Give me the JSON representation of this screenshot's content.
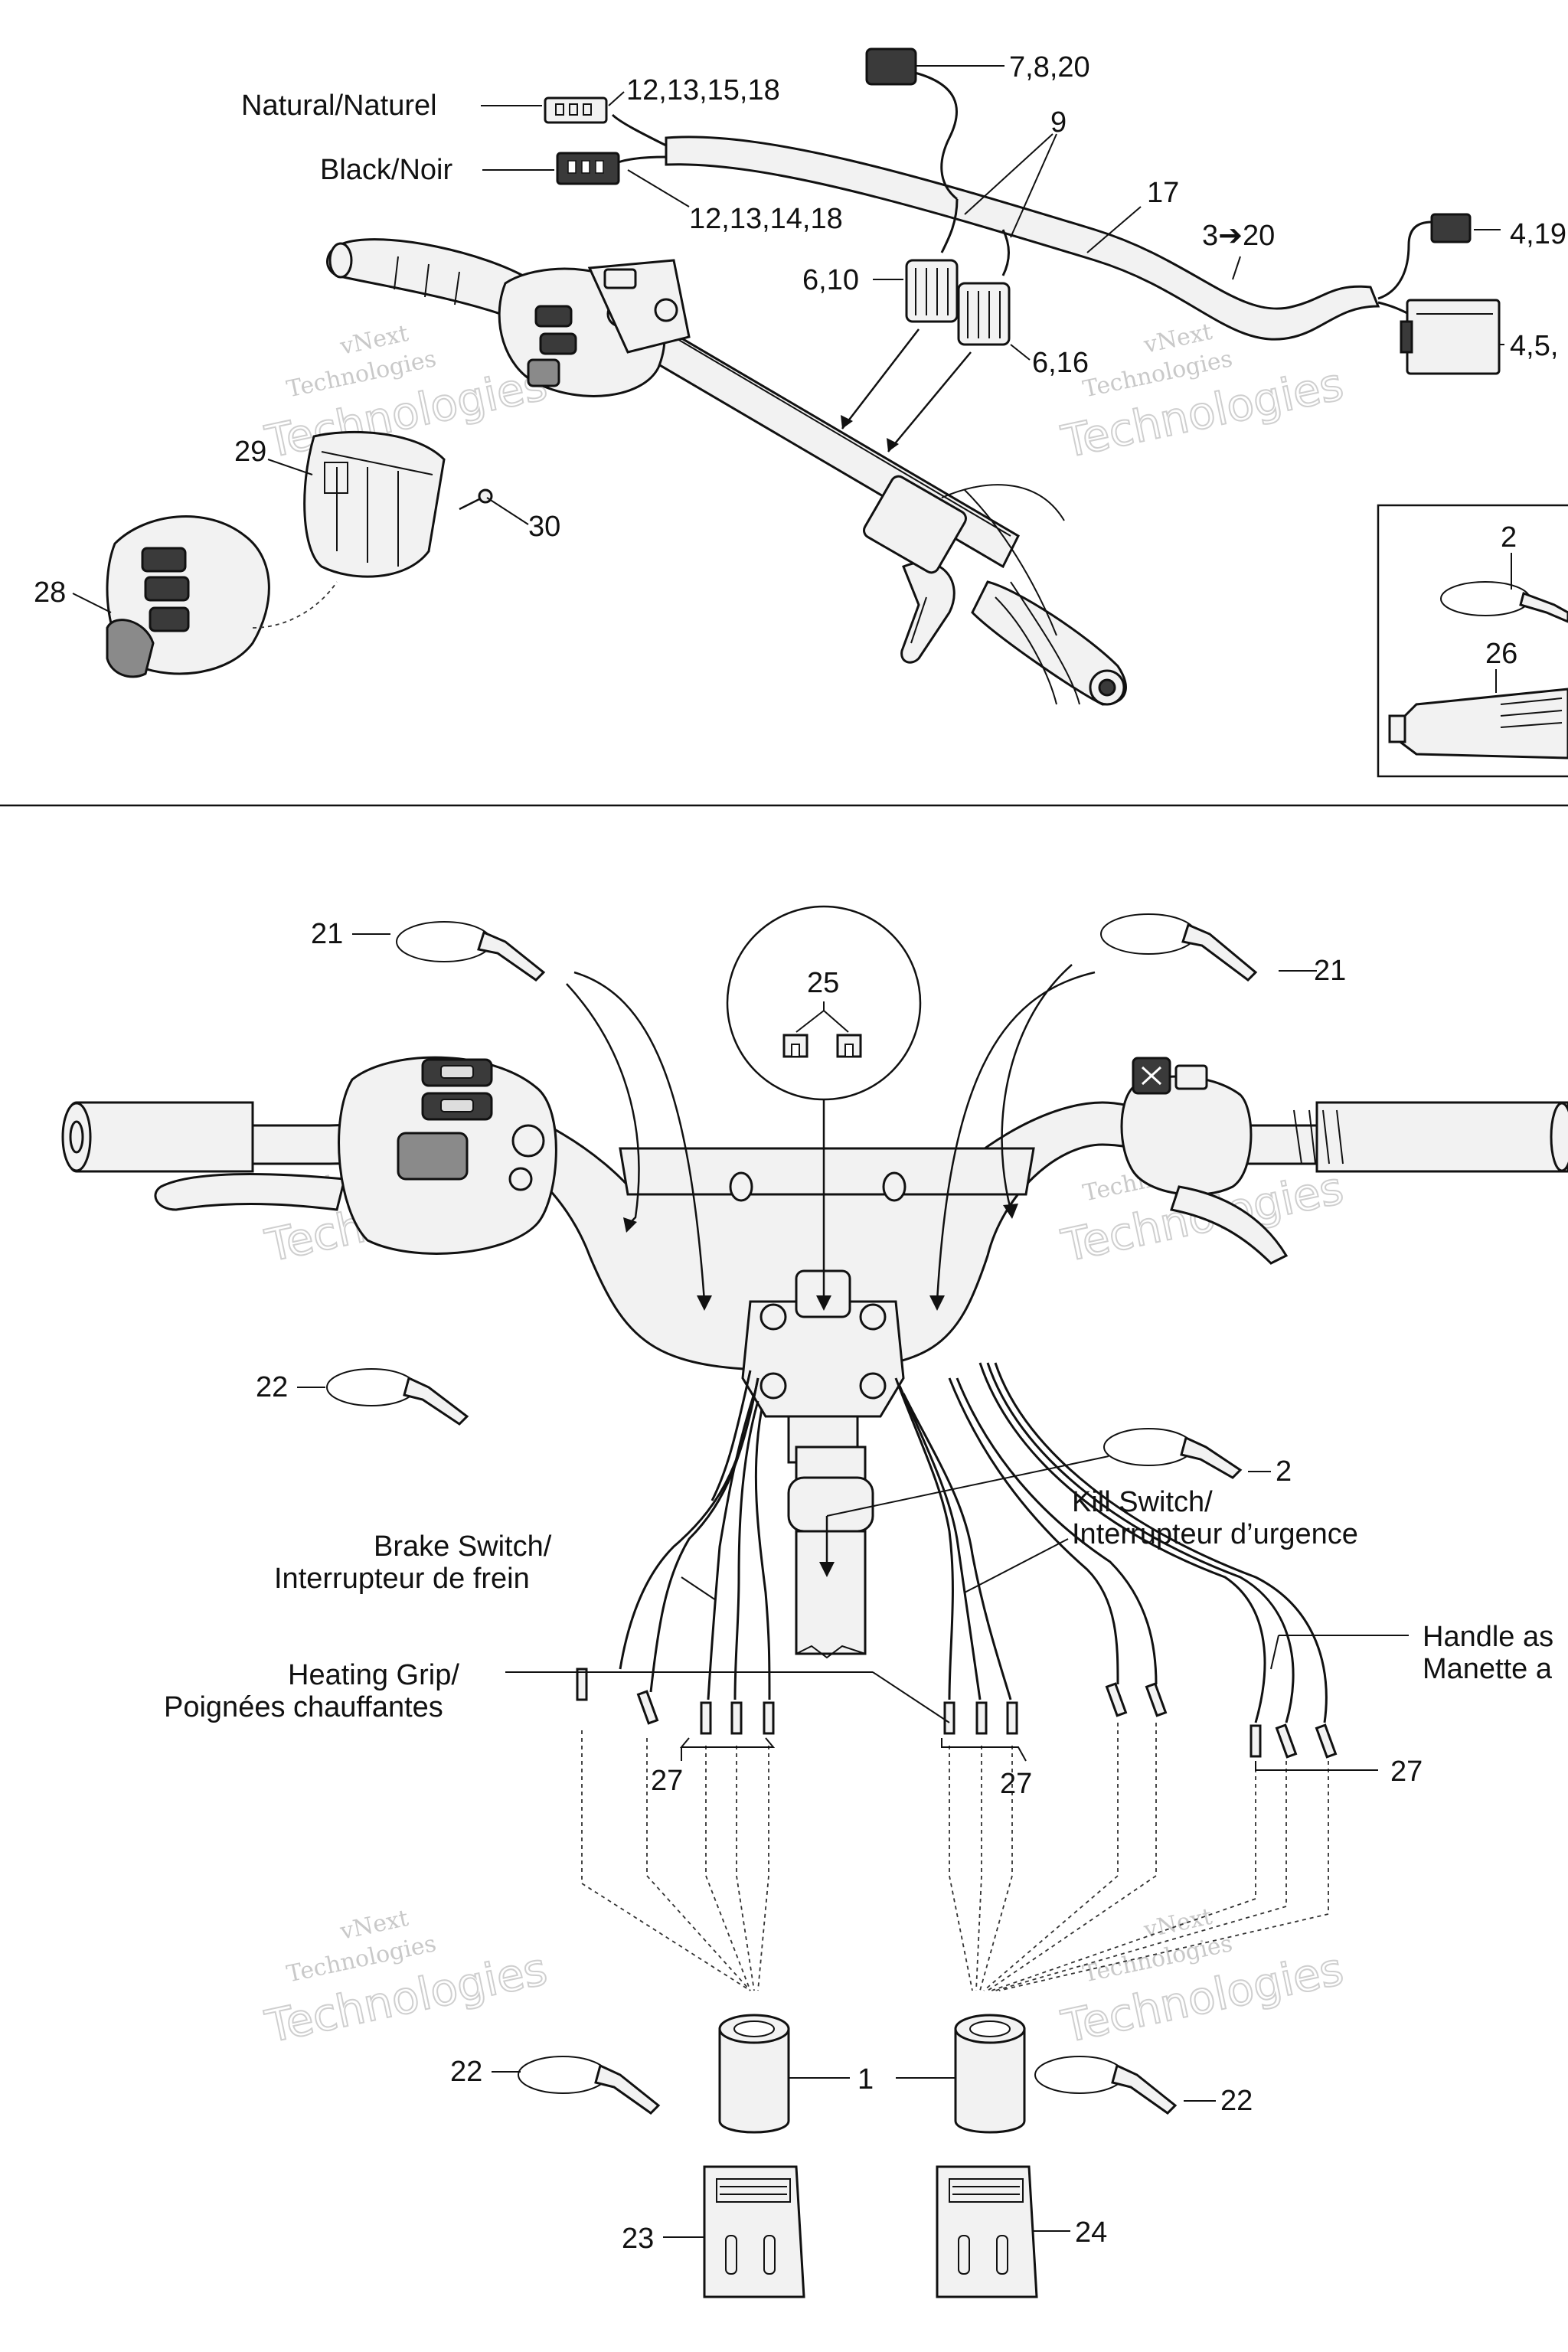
{
  "watermark": {
    "line1": "vNext",
    "line2": "Technologies",
    "line3": "Technologies"
  },
  "top_view": {
    "labels": {
      "natural": "Natural/Naturel",
      "black": "Black/Noir",
      "c_12_13_15_18": "12,13,15,18",
      "c_12_13_14_18": "12,13,14,18",
      "c_7_8_20": "7,8,20",
      "c_9": "9",
      "c_17": "17",
      "c_3_20": "3➔20",
      "c_4_19": "4,19",
      "c_4_5": "4,5,",
      "c_6_10": "6,10",
      "c_6_16": "6,16",
      "c_29": "29",
      "c_30": "30",
      "c_28": "28"
    },
    "inset": {
      "label_2": "2",
      "label_26": "26"
    }
  },
  "bottom_view": {
    "labels": {
      "c_21_left": "21",
      "c_21_right": "21",
      "c_25": "25",
      "c_22_upper": "22",
      "c_2": "2",
      "kill_switch_1": "Kill Switch/",
      "kill_switch_2": "Interrupteur d’urgence",
      "brake_switch_1": "Brake Switch/",
      "brake_switch_2": "Interrupteur de frein",
      "heating_grip_1": "Heating Grip/",
      "heating_grip_2": "Poignées chauffantes",
      "handle_1": "Handle as",
      "handle_2": "Manette a",
      "c_27_left": "27",
      "c_27_mid": "27",
      "c_27_right": "27",
      "c_1": "1",
      "c_22_left": "22",
      "c_22_right": "22",
      "c_23": "23",
      "c_24": "24"
    }
  }
}
